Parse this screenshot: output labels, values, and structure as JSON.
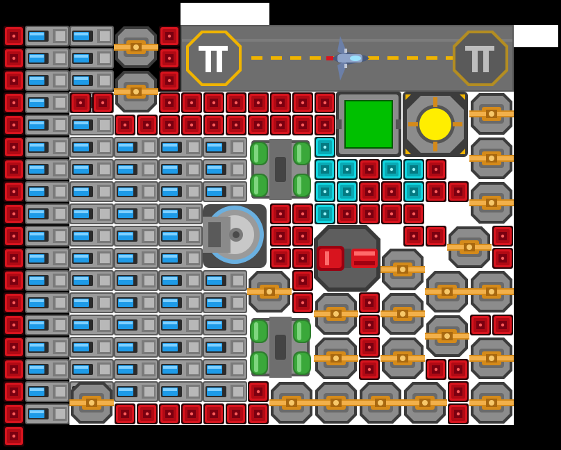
{
  "title": "",
  "colors": {
    "background": "#000000",
    "floor": "#ffffff",
    "runway": "#6e6e6e",
    "runway_stripe": "#f0b400",
    "hull_red": "#d8141e",
    "hull_cyan": "#12d6e0",
    "steel": "#8c8c8c",
    "armor_orange": "#d48a1a",
    "tank_green": "#3aa83a",
    "screen_green": "#00c000",
    "reactor_yellow": "#ffee00",
    "battery_blue": "#1e9be8"
  },
  "icons": {
    "block": "red-armor-block-icon",
    "conduit": "cyan-conduit-block-icon",
    "battery": "battery-module-icon",
    "turret": "cannon-turret-icon",
    "tank": "fuel-tank-icon",
    "shield": "shield-generator-icon",
    "cockpit": "green-cockpit-screen-icon",
    "reactor": "reactor-core-icon",
    "engine": "red-thruster-icon",
    "pad": "landing-pad-icon",
    "fighter": "fighter-ship-icon"
  },
  "ship_layout": {
    "tile": "32px grid",
    "columns": 25,
    "rows": 20,
    "notes": ""
  }
}
